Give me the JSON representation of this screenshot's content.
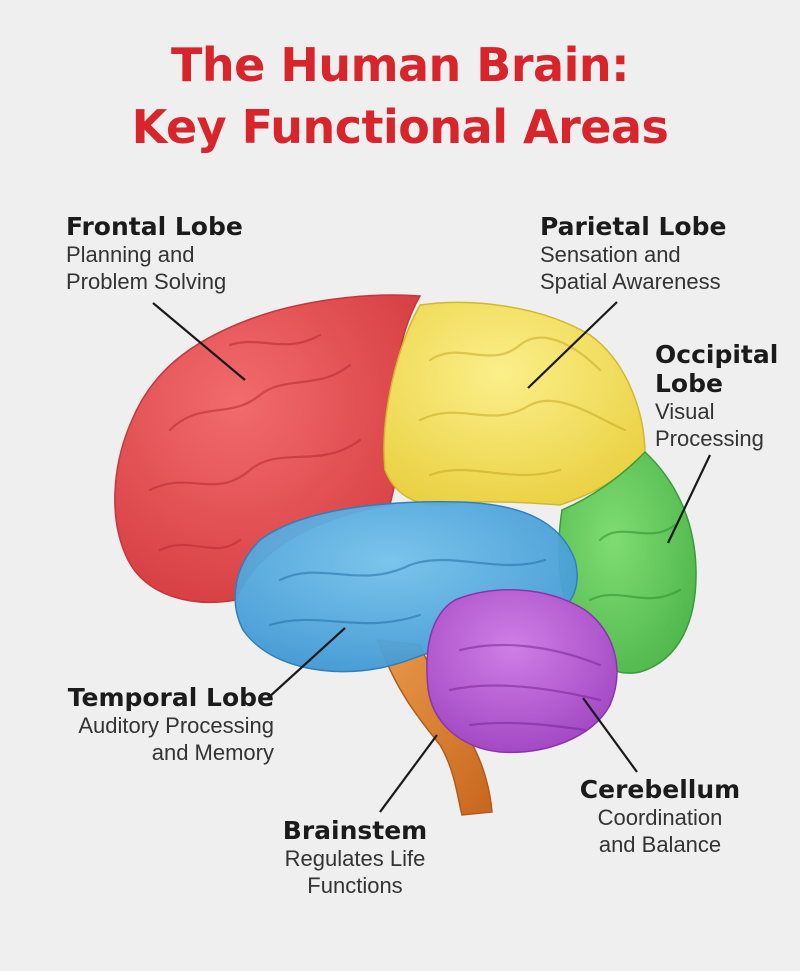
{
  "title": {
    "line1": "The Human Brain:",
    "line2": "Key Functional Areas"
  },
  "labels": {
    "frontal": {
      "name": "Frontal Lobe",
      "desc": [
        "Planning and",
        "Problem Solving"
      ]
    },
    "parietal": {
      "name": "Parietal Lobe",
      "desc": [
        "Sensation and",
        "Spatial Awareness"
      ]
    },
    "occipital": {
      "name": [
        "Occipital",
        "Lobe"
      ],
      "desc": [
        "Visual",
        "Processing"
      ]
    },
    "temporal": {
      "name": "Temporal Lobe",
      "desc": [
        "Auditory Processing",
        "and Memory"
      ]
    },
    "brainstem": {
      "name": "Brainstem",
      "desc": [
        "Regulates Life",
        "Functions"
      ]
    },
    "cerebellum": {
      "name": "Cerebellum",
      "desc": [
        "Coordination",
        "and Balance"
      ]
    }
  },
  "colors": {
    "title": "#d8242b",
    "frontal": "#e2474b",
    "parietal": "#f3df57",
    "occipital": "#5fc75a",
    "temporal": "#4aa7dc",
    "cerebellum": "#b154cf",
    "brainstem": "#e07e2e",
    "background": "#efefef"
  }
}
